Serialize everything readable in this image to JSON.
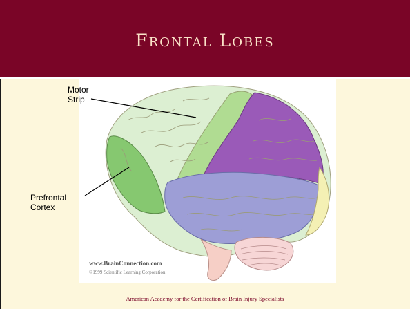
{
  "slide": {
    "title": "Frontal Lobes",
    "footer": "American Academy for the Certification of Brain Injury Specialists"
  },
  "diagram": {
    "labels": {
      "motor_strip": "Motor\nStrip",
      "prefrontal_cortex": "Prefrontal\nCortex"
    },
    "watermark": [
      "www.BrainConnection.com",
      "©1999 Scientific Learning Corporation"
    ],
    "colors": {
      "frontal": "#dcefd2",
      "prefrontal": "#86c870",
      "motor_strip": "#b0dc92",
      "parietal": "#9a5ab8",
      "temporal": "#9d9ed6",
      "occipital": "#f4f0b4",
      "cerebellum": "#f7d6d6",
      "brainstem": "#f6cfc6"
    }
  }
}
